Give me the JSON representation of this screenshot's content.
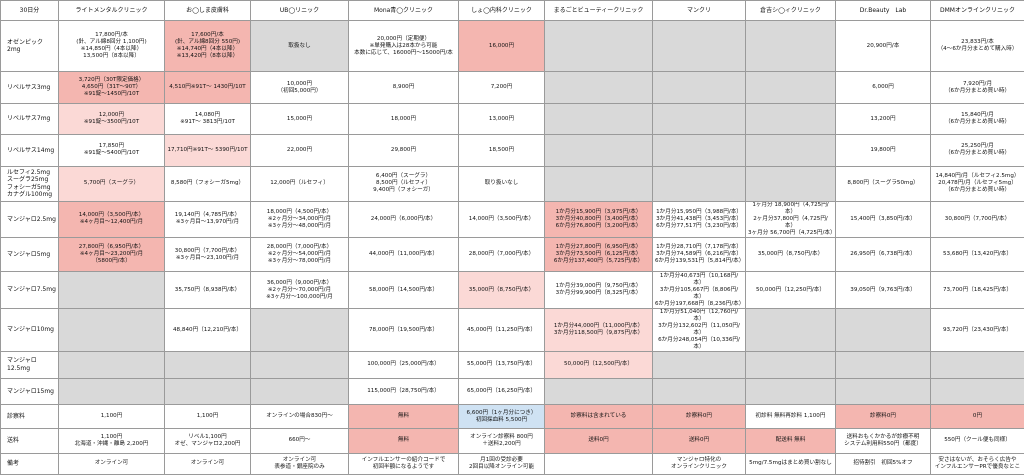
{
  "header": [
    "30日分",
    "ライトメンタルクリニック",
    "お◯しま皮膚科",
    "UB◯リニック",
    "Mona青◯クリニック",
    "しょ◯内科クリニック",
    "まるごとビューティークリニック",
    "マンクリ",
    "倉吉シ◯ィクリニック",
    "Dr.Beauty　Lab",
    "DMMオンラインクリニック"
  ],
  "rows": [
    {
      "label": "オゼンピック2mg",
      "cells": [
        {
          "text": "17,800円/本\n(針、アル綿8回分 1,100円)\n※14,850円（4本以降）\n13,500円（8本以降）",
          "bg": ""
        },
        {
          "text": "17,600円/本\n(針、アル綿8回分 550円)\n※14,740円（4本以降）\n※13,420円（8本以降）",
          "bg": "pink"
        },
        {
          "text": "取扱なし",
          "bg": "gray"
        },
        {
          "text": "20,000円（定期便）\n※単発購入は28本から可能\n本数に応じて、16000円〜15000円/本",
          "bg": ""
        },
        {
          "text": "16,000円",
          "bg": "pink"
        },
        {
          "text": "",
          "bg": "gray"
        },
        {
          "text": "",
          "bg": "gray"
        },
        {
          "text": "",
          "bg": "gray"
        },
        {
          "text": "20,900円/本",
          "bg": ""
        },
        {
          "text": "23,833円/本\n（4〜6か月分まとめて購入時）",
          "bg": ""
        }
      ]
    },
    {
      "label": "リベルサス3mg",
      "cells": [
        {
          "text": "3,720円（30T限定価格）\n4,650円（31T〜90T）\n※91錠〜1450円/10T",
          "bg": "pink"
        },
        {
          "text": "4,510円※91T〜 1430円/10T",
          "bg": "pink"
        },
        {
          "text": "10,000円\n（初回5,000円）",
          "bg": ""
        },
        {
          "text": "8,900円",
          "bg": ""
        },
        {
          "text": "7,200円",
          "bg": ""
        },
        {
          "text": "",
          "bg": "gray"
        },
        {
          "text": "",
          "bg": "gray"
        },
        {
          "text": "",
          "bg": "gray"
        },
        {
          "text": "6,000円",
          "bg": ""
        },
        {
          "text": "7,920円/月\n（6か月分まとめ買い時）",
          "bg": ""
        }
      ]
    },
    {
      "label": "リベルサス7mg",
      "cells": [
        {
          "text": "12,000円\n※91錠〜3500円/10T",
          "bg": "lpink"
        },
        {
          "text": "14,080円\n※91T〜 3813円/10T",
          "bg": ""
        },
        {
          "text": "15,000円",
          "bg": ""
        },
        {
          "text": "18,000円",
          "bg": ""
        },
        {
          "text": "13,000円",
          "bg": ""
        },
        {
          "text": "",
          "bg": "gray"
        },
        {
          "text": "",
          "bg": "gray"
        },
        {
          "text": "",
          "bg": "gray"
        },
        {
          "text": "13,200円",
          "bg": ""
        },
        {
          "text": "15,840円/月\n（6か月分まとめ買い時）",
          "bg": ""
        }
      ]
    },
    {
      "label": "リベルサス14mg",
      "cells": [
        {
          "text": "17,850円\n※91錠〜5400円/10T",
          "bg": ""
        },
        {
          "text": "17,710円※91T〜 5390円/10T",
          "bg": "lpink"
        },
        {
          "text": "22,000円",
          "bg": ""
        },
        {
          "text": "29,800円",
          "bg": ""
        },
        {
          "text": "18,500円",
          "bg": ""
        },
        {
          "text": "",
          "bg": "gray"
        },
        {
          "text": "",
          "bg": "gray"
        },
        {
          "text": "",
          "bg": "gray"
        },
        {
          "text": "19,800円",
          "bg": ""
        },
        {
          "text": "25,250円/月\n（6か月分まとめ買い時）",
          "bg": ""
        }
      ]
    },
    {
      "label": "ルセフィ2.5mg\nスーグラ25mg\nフォシーガ5mg\nカナグル100mg",
      "cells": [
        {
          "text": "5,700円（スーグラ）",
          "bg": "lpink"
        },
        {
          "text": "8,580円（フォシーガ5mg）",
          "bg": ""
        },
        {
          "text": "12,000円（ルセフィ）",
          "bg": ""
        },
        {
          "text": "6,400円（スーグラ）\n8,500円（ルセフィ）\n9,400円（フォシーガ）",
          "bg": ""
        },
        {
          "text": "取り扱いなし",
          "bg": ""
        },
        {
          "text": "",
          "bg": "gray"
        },
        {
          "text": "",
          "bg": "gray"
        },
        {
          "text": "",
          "bg": "gray"
        },
        {
          "text": "8,800円（スーグラ50mg）",
          "bg": ""
        },
        {
          "text": "14,840円/月（ルセフィ2.5mg）\n20,478円/月（ルセフィ5mg）\n（6か月分まとめ買い時）",
          "bg": ""
        }
      ]
    },
    {
      "label": "マンジャロ2.5mg",
      "cells": [
        {
          "text": "14,000円（3,500円/本）\n※4ヶ月目〜12,400円/月",
          "bg": "pink"
        },
        {
          "text": "19,140円（4,785円/本）\n※3ヶ月目〜13,970円/月",
          "bg": ""
        },
        {
          "text": "18,000円（4,500円/本）\n※2ヶ月分〜34,000円/月\n※3ヶ月分〜48,000円/月",
          "bg": ""
        },
        {
          "text": "24,000円（6,000円/本）",
          "bg": ""
        },
        {
          "text": "14,000円（3,500円/本）",
          "bg": ""
        },
        {
          "text": "1か月分15,900円（3,975円/本）\n3か月分40,800円（3,400円/本）\n6か月分76,800円（3,200円/本）",
          "bg": "pink"
        },
        {
          "text": "1か月分15,950円（3,988円/本）\n3か月分41,438円（3,453円/本）\n6か月分77,517円（3,230円/本）",
          "bg": ""
        },
        {
          "text": "1ヶ月分 18,900円（4,725円/本）\n2ヶ月分37,800円（4,725円/本）\n3ヶ月分 56,700円（4,725円/本）",
          "bg": ""
        },
        {
          "text": "15,400円（3,850円/本）",
          "bg": ""
        },
        {
          "text": "30,800円（7,700円/本）",
          "bg": ""
        }
      ]
    },
    {
      "label": "マンジャロ5mg",
      "cells": [
        {
          "text": "27,800円（6,950円/本）\n※4ヶ月目〜23,200円/月\n（5800円/本）",
          "bg": "pink"
        },
        {
          "text": "30,800円（7,700円/本）\n※3ヶ月目〜23,100円/月",
          "bg": ""
        },
        {
          "text": "28,000円（7,000円/本）\n※2ヶ月分〜54,000円/月\n※3ヶ月分〜78,000円/月",
          "bg": ""
        },
        {
          "text": "44,000円（11,000円/本）",
          "bg": ""
        },
        {
          "text": "28,000円（7,000円/本）",
          "bg": ""
        },
        {
          "text": "1か月分27,800円（6,950円/本）\n3か月分73,500円（6,125円/本）\n6か月分137,400円（5,725円/本）",
          "bg": "pink"
        },
        {
          "text": "1か月分28,710円（7,178円/本）\n3か月分74,589円（6,216円/本）\n6か月分139,531円（5,814円/本）",
          "bg": ""
        },
        {
          "text": "35,000円（8,750円/本）",
          "bg": ""
        },
        {
          "text": "26,950円（6,738円/本）",
          "bg": ""
        },
        {
          "text": "53,680円（13,420円/本）",
          "bg": ""
        }
      ]
    },
    {
      "label": "マンジャロ7.5mg",
      "cells": [
        {
          "text": "",
          "bg": "gray"
        },
        {
          "text": "35,750円（8,938円/本）",
          "bg": ""
        },
        {
          "text": "36,000円（9,000円/本）\n※2ヶ月分〜70,000円/月\n※3ヶ月分〜100,000円/月",
          "bg": ""
        },
        {
          "text": "58,000円（14,500円/本）",
          "bg": ""
        },
        {
          "text": "35,000円（8,750円/本）",
          "bg": "lpink"
        },
        {
          "text": "1か月分39,000円（9,750円/本）\n3か月分99,900円（8,325円/本）",
          "bg": ""
        },
        {
          "text": "1か月分40,673円（10,168円/本）\n3か月分105,667円（8,806円/本）\n6か月分197,668円（8,236円/本）",
          "bg": ""
        },
        {
          "text": "50,000円（12,250円/本）",
          "bg": ""
        },
        {
          "text": "39,050円（9,763円/本）",
          "bg": ""
        },
        {
          "text": "73,700円（18,425円/本）",
          "bg": ""
        }
      ]
    },
    {
      "label": "マンジャロ10mg",
      "cells": [
        {
          "text": "",
          "bg": "gray"
        },
        {
          "text": "48,840円（12,210円/本）",
          "bg": ""
        },
        {
          "text": "",
          "bg": "gray"
        },
        {
          "text": "78,000円（19,500円/本）",
          "bg": ""
        },
        {
          "text": "45,000円（11,250円/本）",
          "bg": ""
        },
        {
          "text": "1か月分44,000円（11,000円/本）\n3か月分118,500円（9,875円/本）",
          "bg": "lpink"
        },
        {
          "text": "1か月分51,040円（12,760円/本）\n3か月分132,602円（11,050円/本）\n6か月分248,054円（10,336円/本）",
          "bg": ""
        },
        {
          "text": "",
          "bg": "gray"
        },
        {
          "text": "",
          "bg": "gray"
        },
        {
          "text": "93,720円（23,430円/本）",
          "bg": ""
        }
      ]
    },
    {
      "label": "マンジャロ12.5mg",
      "cells": [
        {
          "text": "",
          "bg": "gray"
        },
        {
          "text": "",
          "bg": "gray"
        },
        {
          "text": "",
          "bg": "gray"
        },
        {
          "text": "100,000円（25,000円/本）",
          "bg": ""
        },
        {
          "text": "55,000円（13,750円/本）",
          "bg": ""
        },
        {
          "text": "50,000円（12,500円/本）",
          "bg": "lpink"
        },
        {
          "text": "",
          "bg": "gray"
        },
        {
          "text": "",
          "bg": "gray"
        },
        {
          "text": "",
          "bg": "gray"
        },
        {
          "text": "",
          "bg": "gray"
        }
      ]
    },
    {
      "label": "マンジャロ15mg",
      "cells": [
        {
          "text": "",
          "bg": "gray"
        },
        {
          "text": "",
          "bg": "gray"
        },
        {
          "text": "",
          "bg": "gray"
        },
        {
          "text": "115,000円（28,750円/本）",
          "bg": ""
        },
        {
          "text": "65,000円（16,250円/本）",
          "bg": ""
        },
        {
          "text": "",
          "bg": "gray"
        },
        {
          "text": "",
          "bg": "gray"
        },
        {
          "text": "",
          "bg": "gray"
        },
        {
          "text": "",
          "bg": "gray"
        },
        {
          "text": "",
          "bg": "gray"
        }
      ]
    },
    {
      "label": "診察料",
      "cells": [
        {
          "text": "1,100円",
          "bg": ""
        },
        {
          "text": "1,100円",
          "bg": ""
        },
        {
          "text": "オンラインの場合830円〜",
          "bg": ""
        },
        {
          "text": "無料",
          "bg": "pink"
        },
        {
          "text": "6,600円（1ヶ月分につき）\n初回採血料 5,500円",
          "bg": "blue"
        },
        {
          "text": "診察料は含まれている",
          "bg": "pink"
        },
        {
          "text": "診察料0円",
          "bg": "pink"
        },
        {
          "text": "初診料 無料再診料 1,100円",
          "bg": ""
        },
        {
          "text": "診察料0円",
          "bg": "pink"
        },
        {
          "text": "0円",
          "bg": "pink"
        }
      ]
    },
    {
      "label": "送料",
      "cells": [
        {
          "text": "1,100円\n北海道・沖縄・離島 2,200円",
          "bg": ""
        },
        {
          "text": "リベル1,100円\nオゼ、マンジャロ2,200円",
          "bg": ""
        },
        {
          "text": "660円〜",
          "bg": ""
        },
        {
          "text": "無料",
          "bg": "pink"
        },
        {
          "text": "オンライン診察料 800円\n＋送料2,200円",
          "bg": ""
        },
        {
          "text": "送料0円",
          "bg": "pink"
        },
        {
          "text": "送料0円",
          "bg": "pink"
        },
        {
          "text": "配送料 無料",
          "bg": "pink"
        },
        {
          "text": "送料おもくかかるが診療不明\nシステム利用料550円（都度）",
          "bg": ""
        },
        {
          "text": "550円（クール便も同様）",
          "bg": ""
        }
      ]
    },
    {
      "label": "備考",
      "cells": [
        {
          "text": "オンライン可",
          "bg": ""
        },
        {
          "text": "オンライン可",
          "bg": ""
        },
        {
          "text": "オンライン可\n表参道・銀座院のみ",
          "bg": ""
        },
        {
          "text": "インフルエンサーの紹介コードで\n初回半額になるようです",
          "bg": ""
        },
        {
          "text": "月1回の受診必要\n2回目以降オンライン可能",
          "bg": ""
        },
        {
          "text": "",
          "bg": ""
        },
        {
          "text": "マンジャロ特化の\nオンラインクリニック",
          "bg": ""
        },
        {
          "text": "5mg/7.5mgはまとめ買い割なし",
          "bg": ""
        },
        {
          "text": "招待割引　初回5%オフ",
          "bg": ""
        },
        {
          "text": "安さはないが、おそらく広告や\nインフルエンサーPRで優良なとこ",
          "bg": ""
        }
      ]
    }
  ]
}
